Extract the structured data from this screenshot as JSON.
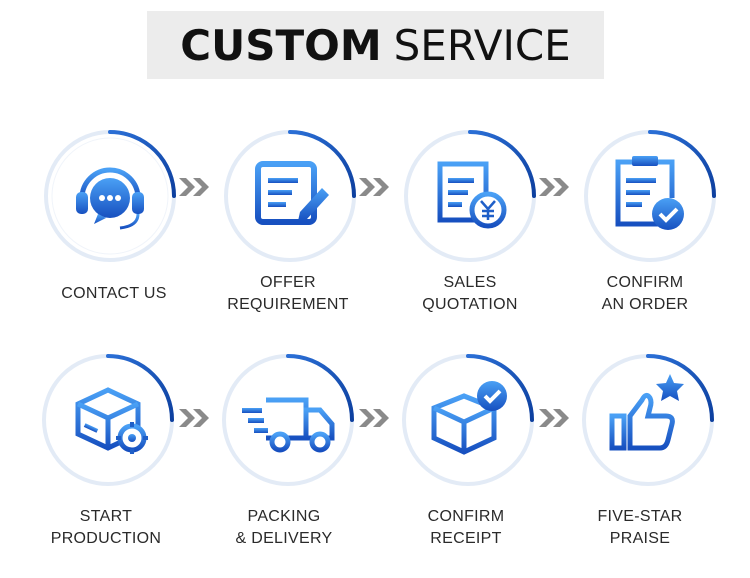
{
  "title": {
    "bold": "CUSTOM",
    "light": "SERVICE"
  },
  "steps": [
    {
      "icon": "headset-chat-icon",
      "lines": [
        "CONTACT US"
      ]
    },
    {
      "icon": "document-edit-icon",
      "lines": [
        "OFFER",
        "REQUIREMENT"
      ]
    },
    {
      "icon": "quotation-yen-icon",
      "lines": [
        "SALES",
        "QUOTATION"
      ]
    },
    {
      "icon": "clipboard-check-icon",
      "lines": [
        "CONFIRM",
        "AN ORDER"
      ]
    },
    {
      "icon": "box-gear-icon",
      "lines": [
        "START",
        "PRODUCTION"
      ]
    },
    {
      "icon": "delivery-truck-icon",
      "lines": [
        "PACKING",
        "& DELIVERY"
      ]
    },
    {
      "icon": "box-check-icon",
      "lines": [
        "CONFIRM",
        "RECEIPT"
      ]
    },
    {
      "icon": "thumbs-up-star-icon",
      "lines": [
        "FIVE-STAR",
        "PRAISE"
      ]
    }
  ],
  "colors": {
    "accent": "#1f5fc8",
    "accent_light": "#4f9df2",
    "ring_light": "#dfe9f7",
    "arrow": "#8a8a8a"
  }
}
